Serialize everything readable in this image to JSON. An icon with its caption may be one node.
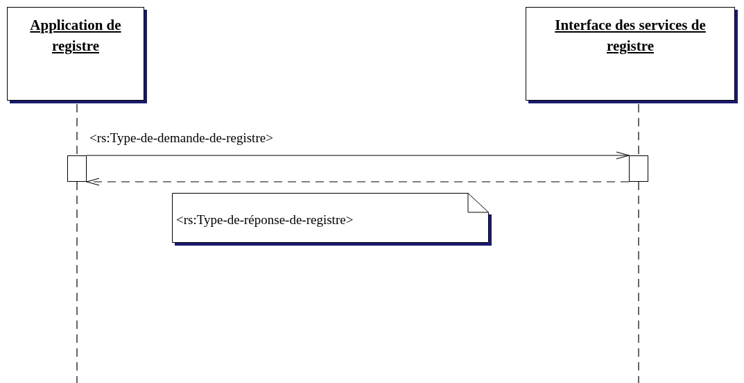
{
  "diagram": {
    "nodes": [
      {
        "text": [
          "Application de registre"
        ]
      },
      {
        "text": [
          "Interface des services de registre"
        ]
      },
      {
        "text": [],
        "shape": "box"
      },
      {
        "text": [],
        "shape": "box"
      },
      {
        "text": [
          "<rs:Type-de-réponse-de-registre>"
        ]
      }
    ],
    "edges": [
      {
        "from": 0,
        "to": 2,
        "arrow": "none",
        "style": "dashed"
      },
      {
        "from": 1,
        "to": 3,
        "arrow": "none",
        "style": "dashed"
      },
      {
        "from": 2,
        "to": 3,
        "arrow": "to",
        "label": "<rs:Type-de-demande-de-registre>"
      },
      {
        "from": 3,
        "to": 2,
        "arrow": "to",
        "style": "dashed"
      }
    ]
  }
}
